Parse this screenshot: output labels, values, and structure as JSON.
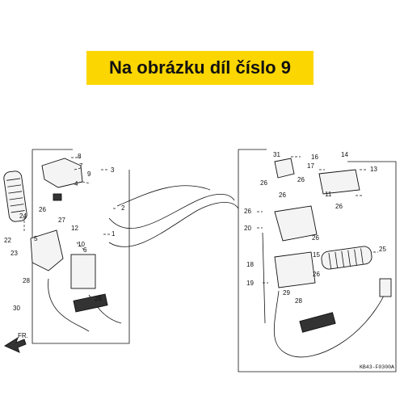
{
  "banner": {
    "text": "Na obrázku díl číslo 9",
    "color": "#fcd600"
  },
  "diagram_code": "KB43-F0300A",
  "direction_label": "FR.",
  "part_numbers": {
    "p1": "1",
    "p2": "2",
    "p3": "3",
    "p4": "4",
    "p5": "5",
    "p6": "6",
    "p7": "7",
    "p8": "8",
    "p9": "9",
    "p10": "10",
    "p11": "11",
    "p12": "12",
    "p13": "13",
    "p14": "14",
    "p15": "15",
    "p16": "16",
    "p17": "17",
    "p18": "18",
    "p19": "19",
    "p20": "20",
    "p22": "22",
    "p23": "23",
    "p24": "24",
    "p25": "25",
    "p26": "26",
    "p27": "27",
    "p28": "28",
    "p29": "29",
    "p30": "30",
    "p31": "31"
  }
}
